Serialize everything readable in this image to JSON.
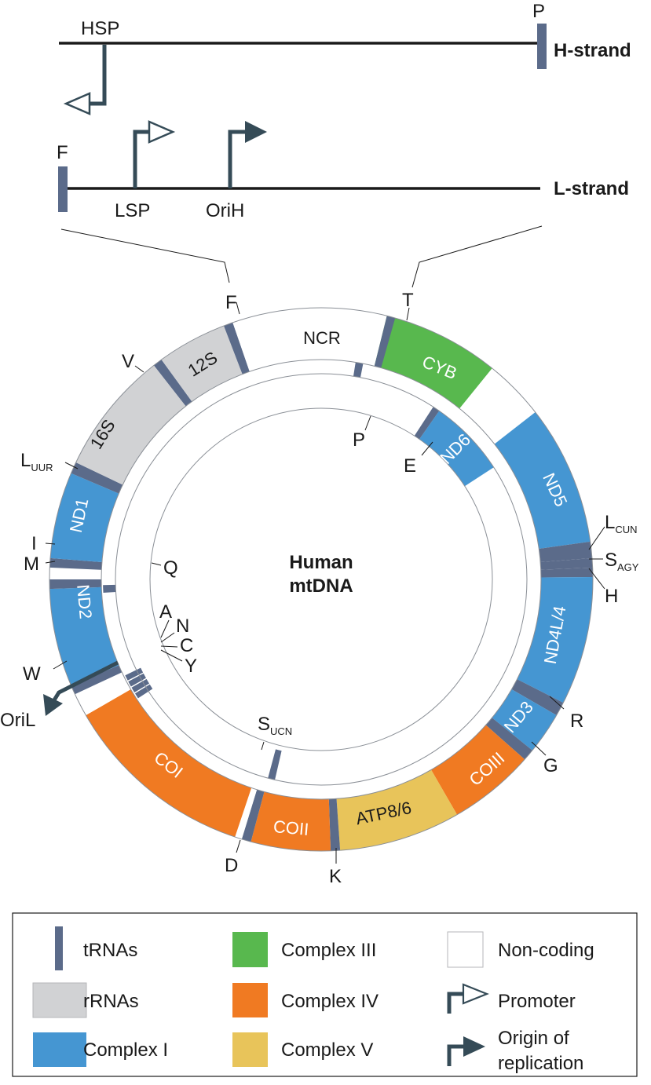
{
  "colors": {
    "trna": "#5b6b8a",
    "rrna": "#d1d2d4",
    "complex1": "#4596d2",
    "complex3": "#58b84e",
    "complex4": "#f07a22",
    "complex5": "#e8c45a",
    "noncoding": "#ffffff",
    "arrow": "#354b57",
    "line": "#1a1a1a"
  },
  "strands": {
    "h_strand": "H-strand",
    "l_strand": "L-strand",
    "hsp": "HSP",
    "p": "P",
    "f": "F",
    "lsp": "LSP",
    "orih": "OriH"
  },
  "center": {
    "line1": "Human",
    "line2": "mtDNA"
  },
  "segments": {
    "ncr": "NCR",
    "s12": "12S",
    "s16": "16S",
    "nd1": "ND1",
    "nd2": "ND2",
    "coi": "COI",
    "coii": "COII",
    "atp86": "ATP8/6",
    "coiii": "COIII",
    "nd3": "ND3",
    "nd4l4": "ND4L/4",
    "nd5": "ND5",
    "nd6": "ND6",
    "cyb": "CYB"
  },
  "trnas": {
    "f": "F",
    "t": "T",
    "v": "V",
    "l_uur": "L",
    "l_uur_sub": "UUR",
    "i": "I",
    "m": "M",
    "q": "Q",
    "a": "A",
    "n": "N",
    "c": "C",
    "y": "Y",
    "w": "W",
    "oril": "OriL",
    "s_ucn": "S",
    "s_ucn_sub": "UCN",
    "d": "D",
    "k": "K",
    "g": "G",
    "r": "R",
    "h": "H",
    "s_agy": "S",
    "s_agy_sub": "AGY",
    "l_cun": "L",
    "l_cun_sub": "CUN",
    "p": "P",
    "e": "E"
  },
  "legend": {
    "trnas": "tRNAs",
    "rrnas": "rRNAs",
    "complex1": "Complex I",
    "complex3": "Complex III",
    "complex4": "Complex IV",
    "complex5": "Complex V",
    "noncoding": "Non-coding",
    "promoter": "Promoter",
    "origin_line1": "Origin of",
    "origin_line2": "replication"
  }
}
